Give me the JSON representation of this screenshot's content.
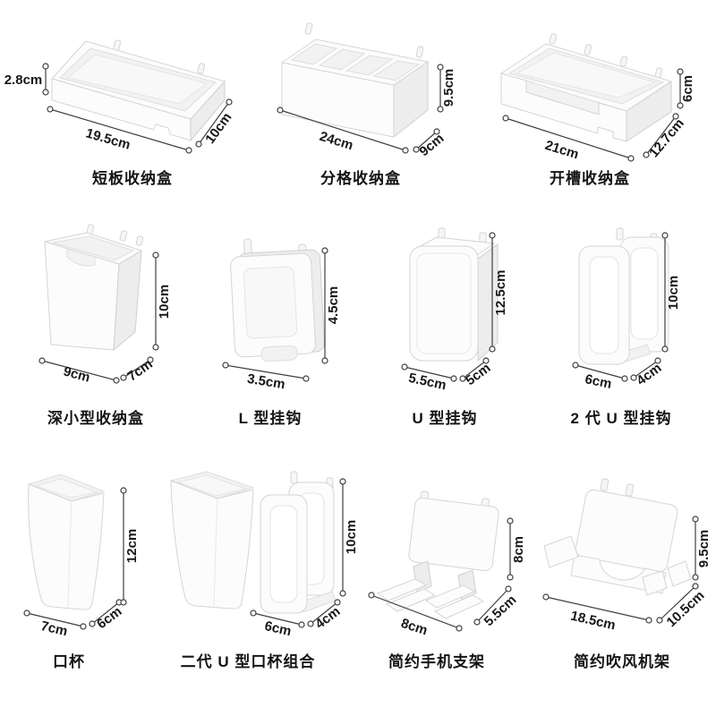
{
  "page": {
    "background": "#ffffff",
    "line_color": "#3e3e3e",
    "text_color": "#171717",
    "unit": "cm"
  },
  "products": [
    {
      "name": "短板收纳盒",
      "dims": {
        "height": "2.8cm",
        "length": "19.5cm",
        "depth": "10cm"
      }
    },
    {
      "name": "分格收纳盒",
      "dims": {
        "length": "24cm",
        "depth": "9cm",
        "height": "9.5cm"
      }
    },
    {
      "name": "开槽收纳盒",
      "dims": {
        "length": "21cm",
        "depth": "12.7cm",
        "height": "6cm"
      }
    },
    {
      "name": "深小型收纳盒",
      "dims": {
        "length": "9cm",
        "depth": "7cm",
        "height": "10cm"
      }
    },
    {
      "name": "L 型挂钩",
      "dims": {
        "length": "3.5cm",
        "height": "4.5cm"
      }
    },
    {
      "name": "U 型挂钩",
      "dims": {
        "length": "5.5cm",
        "depth": "5cm",
        "height": "12.5cm"
      }
    },
    {
      "name": "2 代 U 型挂钩",
      "dims": {
        "length": "6cm",
        "depth": "4cm",
        "height": "10cm"
      }
    },
    {
      "name": "口杯",
      "dims": {
        "length": "7cm",
        "depth": "6cm",
        "height": "12cm"
      }
    },
    {
      "name": "二代 U 型口杯组合",
      "dims": {
        "length": "6cm",
        "depth": "4cm",
        "height": "10cm"
      }
    },
    {
      "name": "简约手机支架",
      "dims": {
        "length": "8cm",
        "depth": "5.5cm",
        "height": "8cm"
      }
    },
    {
      "name": "简约吹风机架",
      "dims": {
        "length": "18.5cm",
        "depth": "10.5cm",
        "height": "9.5cm"
      }
    }
  ]
}
